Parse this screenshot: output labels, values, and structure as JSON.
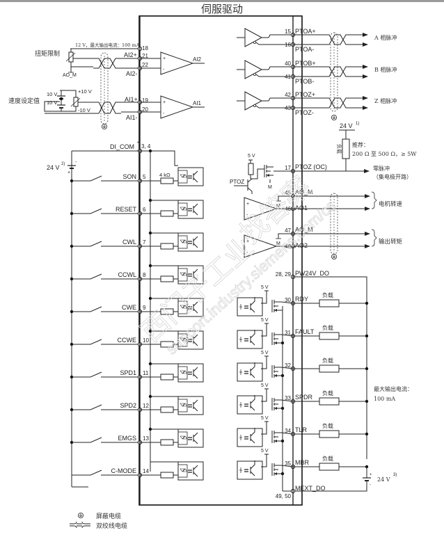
{
  "title": "伺服驱动",
  "analog_inputs": {
    "supply_note": "12 V，最大输出电流：100 mA",
    "torque_limit_label": "扭矩限制",
    "ao_m_label": "AO_M",
    "speed_setpoint_label": "速度设定值",
    "battery_top": "10 V",
    "battery_bottom": "10 V",
    "pot_plus": "+10 V",
    "pot_minus": "-10 V",
    "pins": [
      {
        "num": "18",
        "name": ""
      },
      {
        "num": "21",
        "name": "AI2+"
      },
      {
        "num": "22",
        "name": "AI2-"
      },
      {
        "num": "19",
        "name": "AI1+"
      },
      {
        "num": "20",
        "name": "AI1-"
      }
    ],
    "amp_outputs": [
      "AI2",
      "AI1"
    ]
  },
  "pulse_outputs": [
    {
      "pin_plus": "15",
      "name_plus": "PTOA+",
      "pin_minus": "16",
      "name_minus": "PTOA-",
      "label": "A 相脉冲"
    },
    {
      "pin_plus": "40",
      "name_plus": "PTOB+",
      "pin_minus": "41",
      "name_minus": "PTOB-",
      "label": "B 相脉冲"
    },
    {
      "pin_plus": "42",
      "name_plus": "PTOZ+",
      "pin_minus": "43",
      "name_minus": "PTOZ-",
      "label": "Z 相脉冲"
    }
  ],
  "ptoz_oc": {
    "supply": "24 V",
    "supply_note": "1)",
    "load_label": "负载",
    "recommend_line1": "推荐：",
    "recommend_line2": "200 Ω 至 500 Ω，≥ 5W",
    "pin": "17",
    "name": "PTOZ (OC)",
    "five_v": "5 V",
    "transistor_label": "PTOZ",
    "m_label": "M",
    "output_line1": "零脉冲",
    "output_line2": "（集电极开路）"
  },
  "analog_outputs": [
    {
      "pin_m": "45",
      "name_m": "AO_M",
      "pin": "46",
      "name": "AO1",
      "m_label": "M",
      "label": "电机转速"
    },
    {
      "pin_m": "47",
      "name_m": "AO_M",
      "pin": "48",
      "name": "AO2",
      "m_label": "M",
      "label": "输出转矩"
    }
  ],
  "digital_inputs": {
    "common_name": "DI_COM",
    "common_star": "*",
    "common_pins": "3, 4",
    "supply": "24 V",
    "supply_note": "2)",
    "resistor_label": "4 kΩ",
    "items": [
      {
        "name": "SON",
        "pin": "5"
      },
      {
        "name": "RESET",
        "pin": "6"
      },
      {
        "name": "CWL",
        "pin": "7"
      },
      {
        "name": "CCWL",
        "pin": "8"
      },
      {
        "name": "CWE",
        "pin": "9"
      },
      {
        "name": "CCWE",
        "pin": "10"
      },
      {
        "name": "SPD1",
        "pin": "11"
      },
      {
        "name": "SPD2",
        "pin": "12"
      },
      {
        "name": "EMGS",
        "pin": "13"
      },
      {
        "name": "C-MODE",
        "pin": "14"
      }
    ]
  },
  "digital_outputs": {
    "supply_pins": "28, 29",
    "supply_name": "PW24V_DO",
    "five_v": "5 V",
    "load_label": "负载",
    "max_current_line1": "最大输出电流：",
    "max_current_line2": "100 mA",
    "items": [
      {
        "pin": "30",
        "name": "RDY"
      },
      {
        "pin": "31",
        "name": "FAULT"
      },
      {
        "pin": "32",
        "name": ""
      },
      {
        "pin": "33",
        "name": "SPDR"
      },
      {
        "pin": "34",
        "name": "TLR"
      },
      {
        "pin": "35",
        "name": "MBR"
      }
    ],
    "ext_name": "MEXT_DO",
    "ext_pins": "49, 50",
    "ext_supply": "24 V",
    "ext_supply_note": "3)"
  },
  "legend": [
    {
      "icon": "shield-ground-icon",
      "label": "屏蔽电缆"
    },
    {
      "icon": "twisted-pair-icon",
      "label": "双绞线电缆"
    }
  ],
  "watermark": {
    "cn": "西门子工业",
    "cn2": "找答案",
    "url": "support.industry.siemens.com/cs"
  }
}
